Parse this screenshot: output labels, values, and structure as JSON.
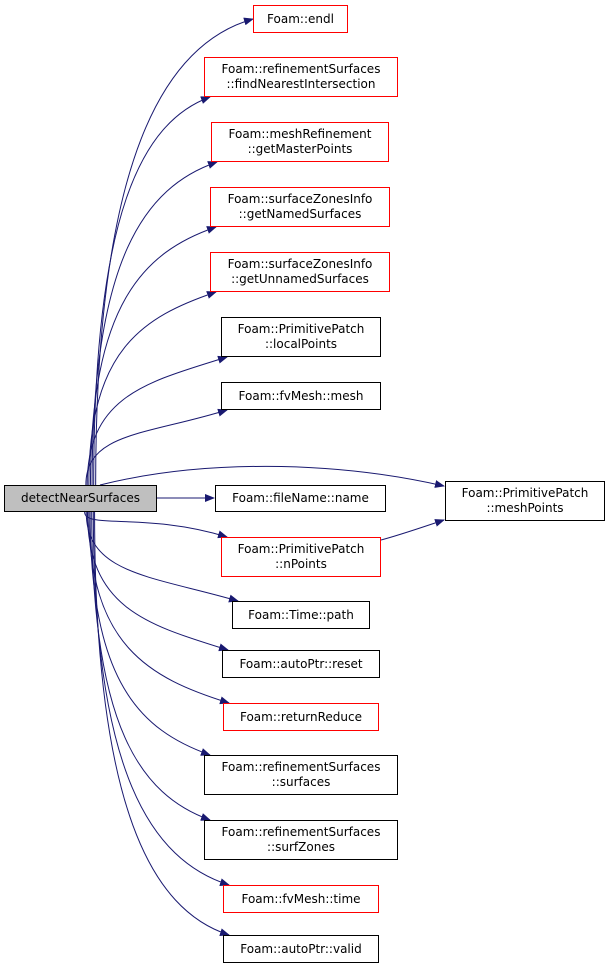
{
  "colors": {
    "edge": "#191970",
    "root_fill": "#bfbfbf",
    "undocumented_border": "#ff0000",
    "documented_border": "#000000"
  },
  "root": {
    "label": "detectNearSurfaces"
  },
  "nodes": [
    {
      "id": "endl",
      "lines": [
        "Foam::endl"
      ],
      "red": true
    },
    {
      "id": "findNearestIntersection",
      "lines": [
        "Foam::refinementSurfaces",
        "::findNearestIntersection"
      ],
      "red": true
    },
    {
      "id": "getMasterPoints",
      "lines": [
        "Foam::meshRefinement",
        "::getMasterPoints"
      ],
      "red": true
    },
    {
      "id": "getNamedSurfaces",
      "lines": [
        "Foam::surfaceZonesInfo",
        "::getNamedSurfaces"
      ],
      "red": true
    },
    {
      "id": "getUnnamedSurfaces",
      "lines": [
        "Foam::surfaceZonesInfo",
        "::getUnnamedSurfaces"
      ],
      "red": true
    },
    {
      "id": "localPoints",
      "lines": [
        "Foam::PrimitivePatch",
        "::localPoints"
      ],
      "red": false
    },
    {
      "id": "mesh",
      "lines": [
        "Foam::fvMesh::mesh"
      ],
      "red": false
    },
    {
      "id": "name",
      "lines": [
        "Foam::fileName::name"
      ],
      "red": false
    },
    {
      "id": "meshPoints",
      "lines": [
        "Foam::PrimitivePatch",
        "::meshPoints"
      ],
      "red": false
    },
    {
      "id": "nPoints",
      "lines": [
        "Foam::PrimitivePatch",
        "::nPoints"
      ],
      "red": true
    },
    {
      "id": "path",
      "lines": [
        "Foam::Time::path"
      ],
      "red": false
    },
    {
      "id": "reset",
      "lines": [
        "Foam::autoPtr::reset"
      ],
      "red": false
    },
    {
      "id": "returnReduce",
      "lines": [
        "Foam::returnReduce"
      ],
      "red": true
    },
    {
      "id": "surfaces",
      "lines": [
        "Foam::refinementSurfaces",
        "::surfaces"
      ],
      "red": false
    },
    {
      "id": "surfZones",
      "lines": [
        "Foam::refinementSurfaces",
        "::surfZones"
      ],
      "red": false
    },
    {
      "id": "time",
      "lines": [
        "Foam::fvMesh::time"
      ],
      "red": true
    },
    {
      "id": "valid",
      "lines": [
        "Foam::autoPtr::valid"
      ],
      "red": false
    }
  ]
}
